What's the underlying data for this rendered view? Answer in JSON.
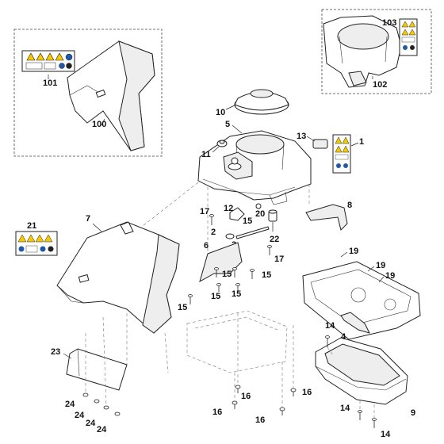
{
  "callouts": {
    "c1": "1",
    "c2": "2",
    "c3": "3",
    "c4": "4",
    "c5": "5",
    "c6": "6",
    "c7": "7",
    "c8": "8",
    "c9": "9",
    "c10": "10",
    "c11": "11",
    "c12": "12",
    "c13": "13",
    "c14": "14",
    "c15": "15",
    "c16": "16",
    "c17": "17",
    "c19": "19",
    "c20": "20",
    "c21": "21",
    "c22": "22",
    "c23": "23",
    "c24": "24",
    "c100": "100",
    "c101": "101",
    "c102": "102",
    "c103": "103"
  }
}
